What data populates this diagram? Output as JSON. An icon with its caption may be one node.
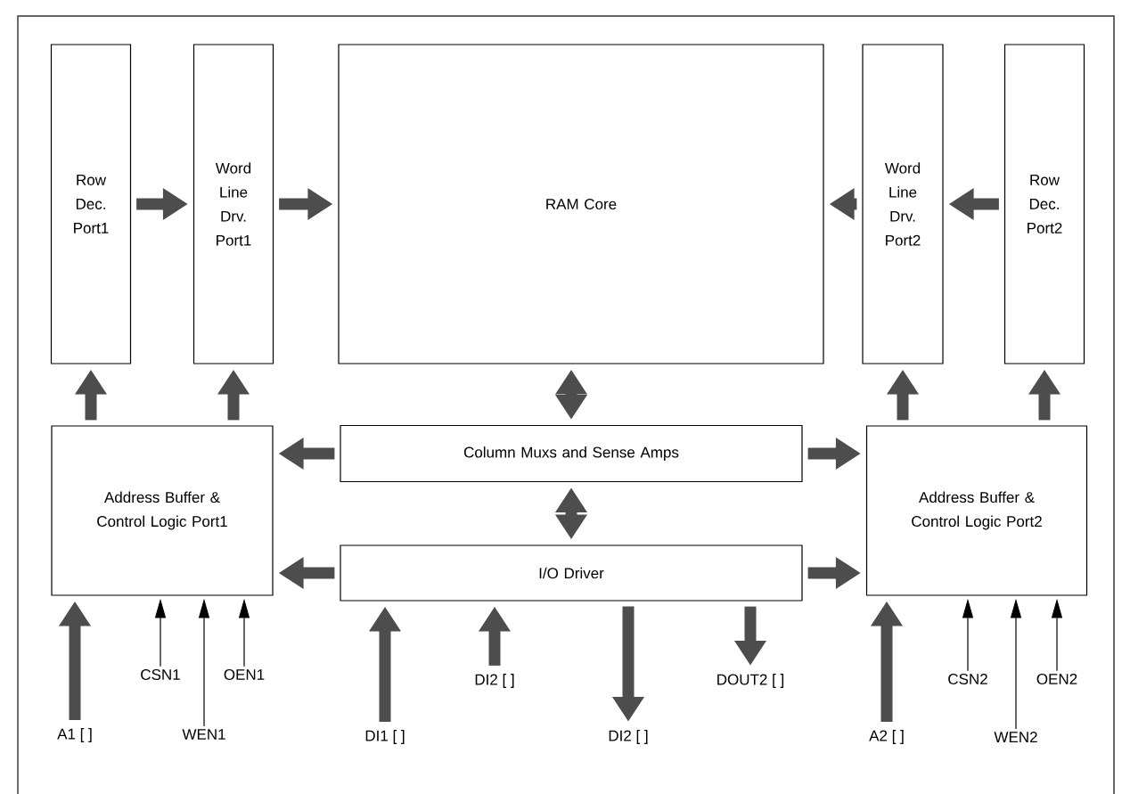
{
  "diagram": {
    "nodes": [
      {
        "text": [
          "Row Dec. Port1"
        ]
      },
      {
        "text": [
          "Word Line Drv. Port1"
        ]
      },
      {
        "text": [
          "RAM Core"
        ]
      },
      {
        "text": [
          "Word Line Drv. Port2"
        ]
      },
      {
        "text": [
          "Row Dec. Port2"
        ]
      },
      {
        "text": [
          "Address Buffer & Control Logic Port1"
        ]
      },
      {
        "text": [
          "Column Muxs and Sense Amps"
        ]
      },
      {
        "text": [
          "I/O Driver"
        ]
      },
      {
        "text": [
          "Address Buffer & Control Logic Port2"
        ]
      },
      {
        "text": [
          "A1 [ ]"
        ]
      },
      {
        "text": [
          "CSN1"
        ]
      },
      {
        "text": [
          "WEN1"
        ]
      },
      {
        "text": [
          "OEN1"
        ]
      },
      {
        "text": [
          "DI1 [ ]"
        ]
      },
      {
        "text": [
          "DI2 [ ]"
        ]
      },
      {
        "text": [
          "DI2 [ ]"
        ]
      },
      {
        "text": [
          "DOUT2 [ ]"
        ]
      },
      {
        "text": [
          "A2 [ ]"
        ]
      },
      {
        "text": [
          "CSN2"
        ]
      },
      {
        "text": [
          "WEN2"
        ]
      },
      {
        "text": [
          "OEN2"
        ]
      }
    ],
    "edges": [
      {
        "from": 0,
        "to": 1,
        "arrow": "to"
      },
      {
        "from": 1,
        "to": 2,
        "arrow": "to"
      },
      {
        "from": 3,
        "to": 2,
        "arrow": "to"
      },
      {
        "from": 4,
        "to": 3,
        "arrow": "to"
      },
      {
        "from": 5,
        "to": 0,
        "arrow": "to"
      },
      {
        "from": 5,
        "to": 1,
        "arrow": "to"
      },
      {
        "from": 8,
        "to": 3,
        "arrow": "to"
      },
      {
        "from": 8,
        "to": 4,
        "arrow": "to"
      },
      {
        "from": 2,
        "to": 6,
        "arrow": "both"
      },
      {
        "from": 6,
        "to": 5,
        "arrow": "to"
      },
      {
        "from": 6,
        "to": 8,
        "arrow": "to"
      },
      {
        "from": 6,
        "to": 7,
        "arrow": "both"
      },
      {
        "from": 7,
        "to": 5,
        "arrow": "to"
      },
      {
        "from": 7,
        "to": 8,
        "arrow": "to"
      },
      {
        "from": 9,
        "to": 5,
        "arrow": "to"
      },
      {
        "from": 10,
        "to": 5,
        "arrow": "to",
        "color": "#000000"
      },
      {
        "from": 11,
        "to": 5,
        "arrow": "to",
        "color": "#000000"
      },
      {
        "from": 12,
        "to": 5,
        "arrow": "to",
        "color": "#000000"
      },
      {
        "from": 13,
        "to": 7,
        "arrow": "to"
      },
      {
        "from": 14,
        "to": 7,
        "arrow": "to"
      },
      {
        "from": 7,
        "to": 15,
        "arrow": "to"
      },
      {
        "from": 7,
        "to": 16,
        "arrow": "to"
      },
      {
        "from": 17,
        "to": 8,
        "arrow": "to"
      },
      {
        "from": 18,
        "to": 8,
        "arrow": "to",
        "color": "#000000"
      },
      {
        "from": 19,
        "to": 8,
        "arrow": "to",
        "color": "#000000"
      },
      {
        "from": 20,
        "to": 8,
        "arrow": "to",
        "color": "#000000"
      }
    ]
  }
}
